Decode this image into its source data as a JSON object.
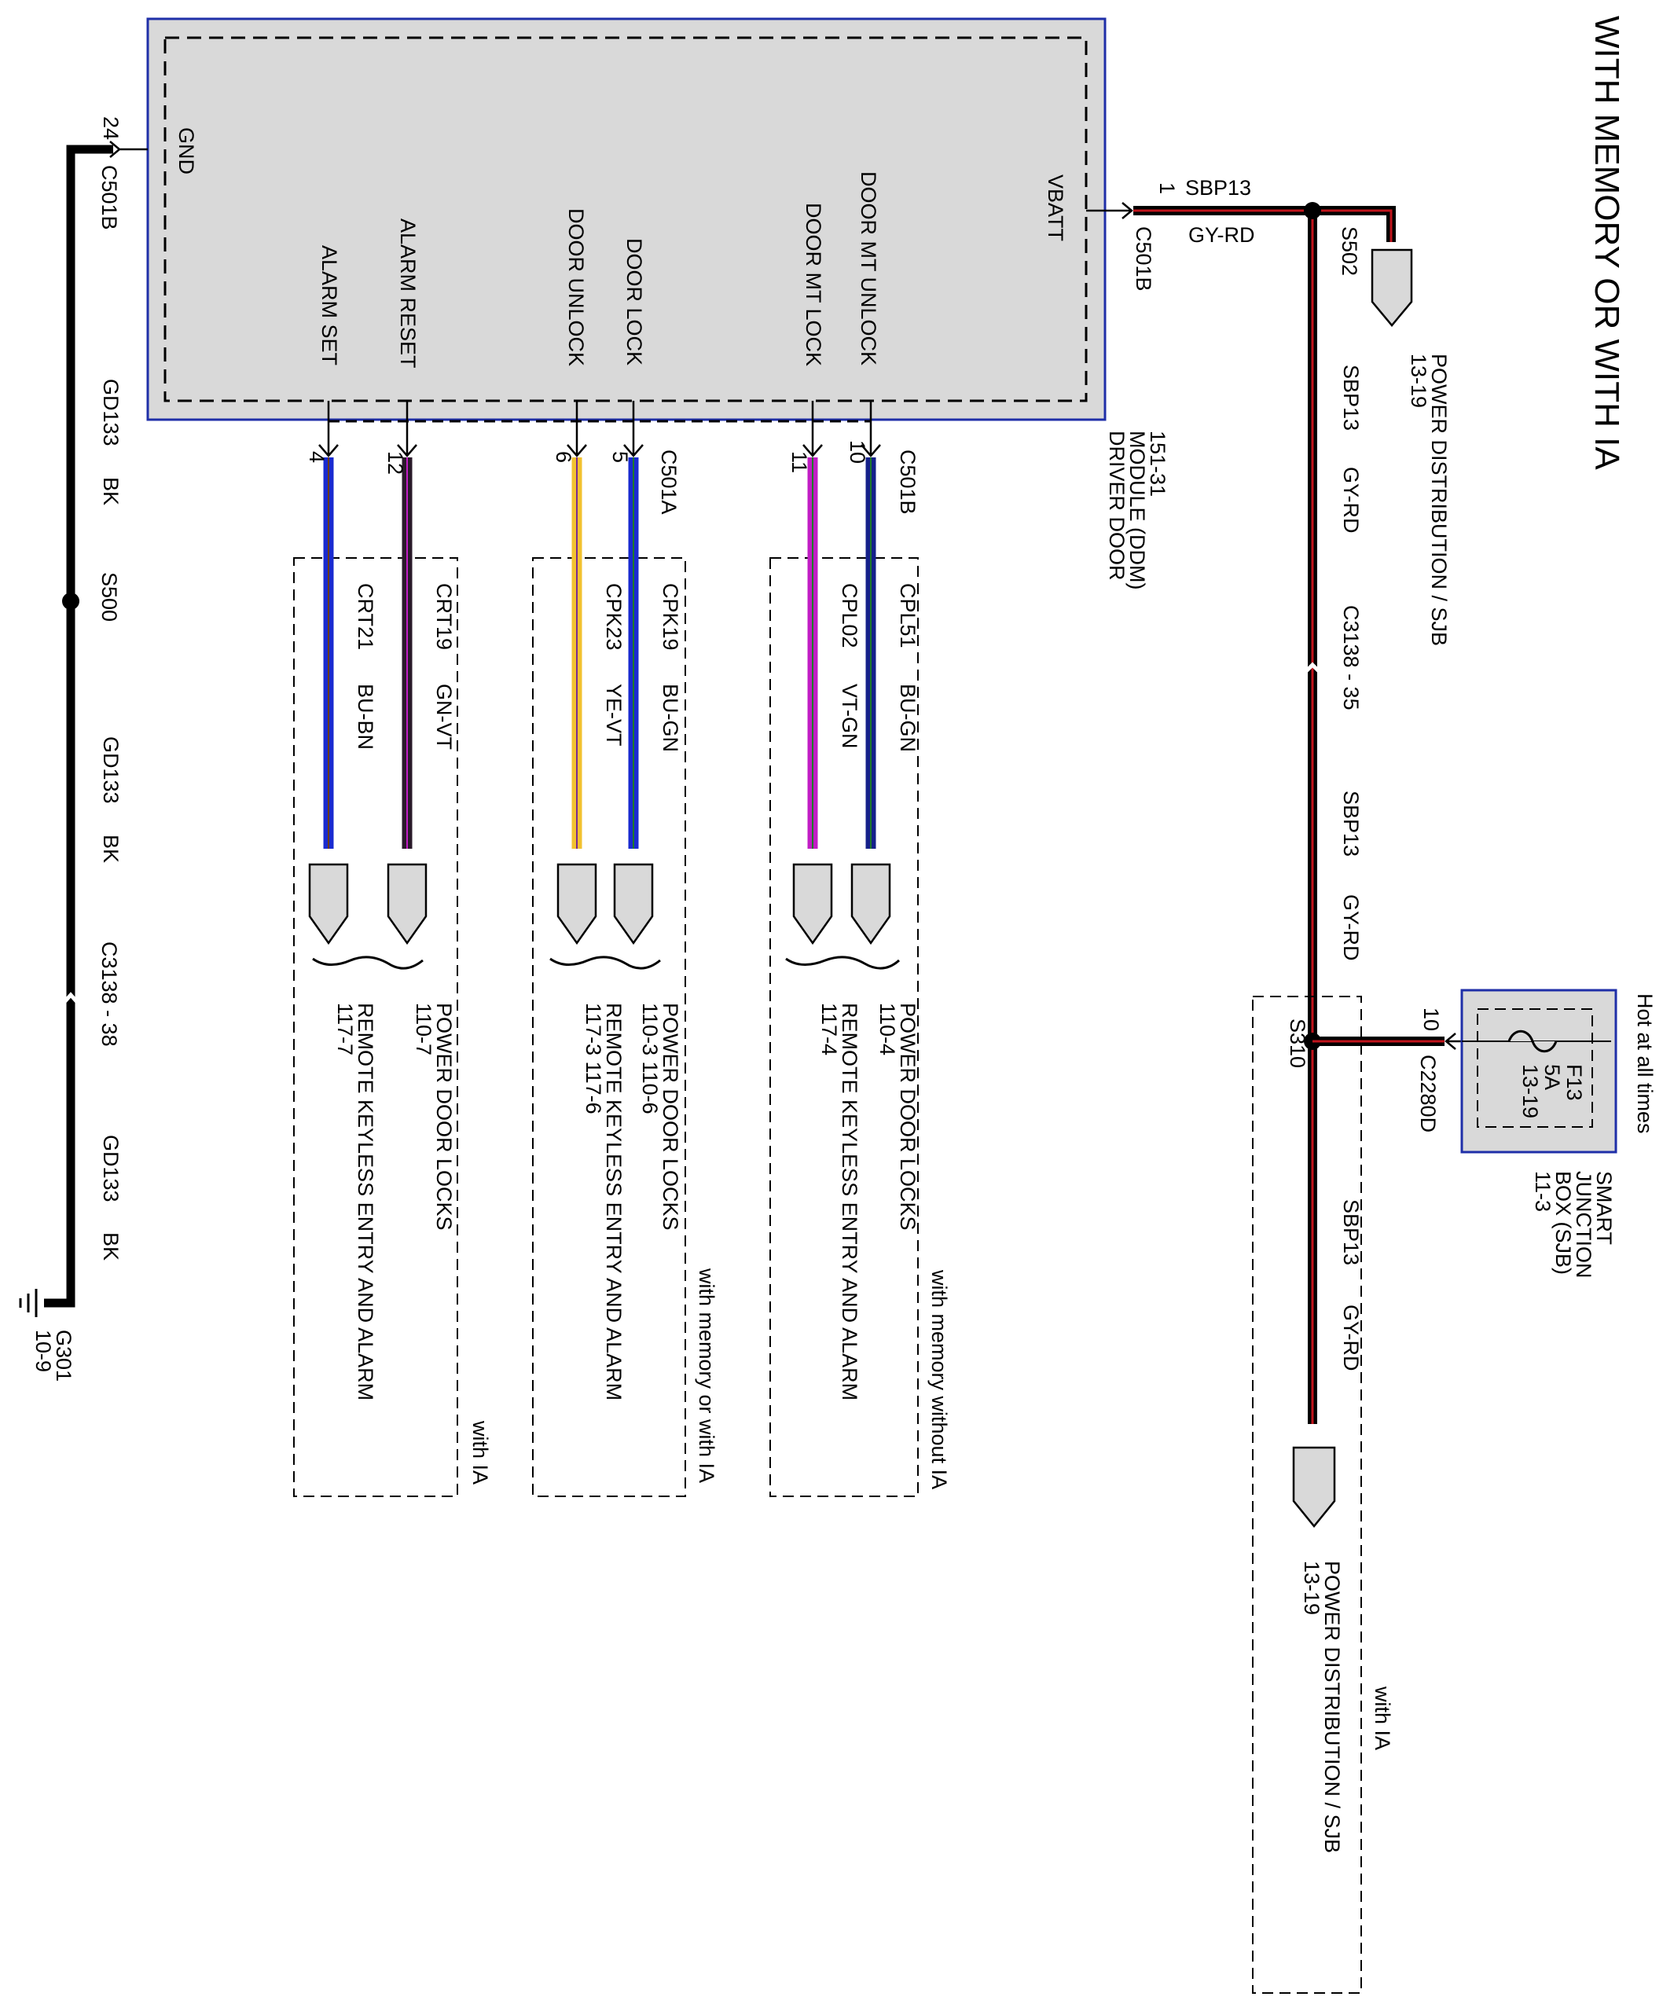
{
  "title": "WITH MEMORY OR WITH IA",
  "colors": {
    "module_fill": "#d9d9d9",
    "module_border": "#1f2fa8",
    "wire_black": "#000000",
    "wire_gy_rd_tracer": "#c0141c",
    "wire_blue": "#1a2bd0",
    "wire_dark_blue": "#15208a",
    "wire_violet": "#c21dc5",
    "wire_yellow": "#f2c230",
    "wire_green_tracer": "#1f7a2a"
  },
  "module": {
    "name_lines": [
      "DRIVER DOOR",
      "MODULE (DDM)",
      "151-31"
    ],
    "pins": {
      "gnd": "GND",
      "vbatt": "VBATT",
      "door_mt_unlock": "DOOR MT UNLOCK",
      "door_mt_lock": "DOOR MT LOCK",
      "door_lock": "DOOR LOCK",
      "door_unlock": "DOOR UNLOCK",
      "alarm_reset": "ALARM RESET",
      "alarm_set": "ALARM SET"
    }
  },
  "power_circuit": {
    "vbatt_pin": "1",
    "vbatt_connector": "C501B",
    "circuit": "SBP13",
    "color": "GY-RD",
    "splice_top": "S502",
    "top_dest_lines": [
      "POWER DISTRIBUTION / SJB",
      "13-19"
    ],
    "inline_connector": "C3138 - 35",
    "splice_bottom": "S310",
    "fuse_pin": "10",
    "fuse_connector": "C2280D",
    "hot_label": "Hot at all times",
    "fuse_lines": [
      "F13",
      "5A",
      "13-19"
    ],
    "sjb_lines": [
      "SMART",
      "JUNCTION",
      "BOX (SJB)",
      "11-3"
    ],
    "bottom_dest_lines": [
      "POWER DISTRIBUTION / SJB",
      "13-19"
    ],
    "with_ia_label": "with IA"
  },
  "ground_circuit": {
    "pin": "24",
    "connector": "C501B",
    "circuit": "GD133",
    "color": "BK",
    "splice": "S500",
    "inline_connector": "C3138 - 38",
    "ground": "G301",
    "ground_page": "10-9"
  },
  "groups": [
    {
      "label": "with memory without IA",
      "connector": "C501B",
      "wires": [
        {
          "pin": "10",
          "circuit": "CPL51",
          "color": "BU-GN",
          "dest_title": "POWER DOOR LOCKS",
          "dest_page": "110-4"
        },
        {
          "pin": "11",
          "circuit": "CPL02",
          "color": "VT-GN",
          "dest_title": "REMOTE KEYLESS ENTRY AND ALARM",
          "dest_page": "117-4"
        }
      ]
    },
    {
      "label": "with memory or with IA",
      "connector": "C501A",
      "wires": [
        {
          "pin": "5",
          "circuit": "CPK19",
          "color": "BU-GN",
          "dest_title": "POWER DOOR LOCKS",
          "dest_page": "110-3     110-6"
        },
        {
          "pin": "6",
          "circuit": "CPK23",
          "color": "YE-VT",
          "dest_title": "REMOTE KEYLESS ENTRY AND ALARM",
          "dest_page": "117-3     117-6"
        }
      ]
    },
    {
      "label": "with IA",
      "connector": "",
      "wires": [
        {
          "pin": "12",
          "circuit": "CRT19",
          "color": "GN-VT",
          "dest_title": "POWER DOOR LOCKS",
          "dest_page": "110-7"
        },
        {
          "pin": "4",
          "circuit": "CRT21",
          "color": "BU-BN",
          "dest_title": "REMOTE KEYLESS ENTRY AND ALARM",
          "dest_page": "117-7"
        }
      ]
    }
  ]
}
